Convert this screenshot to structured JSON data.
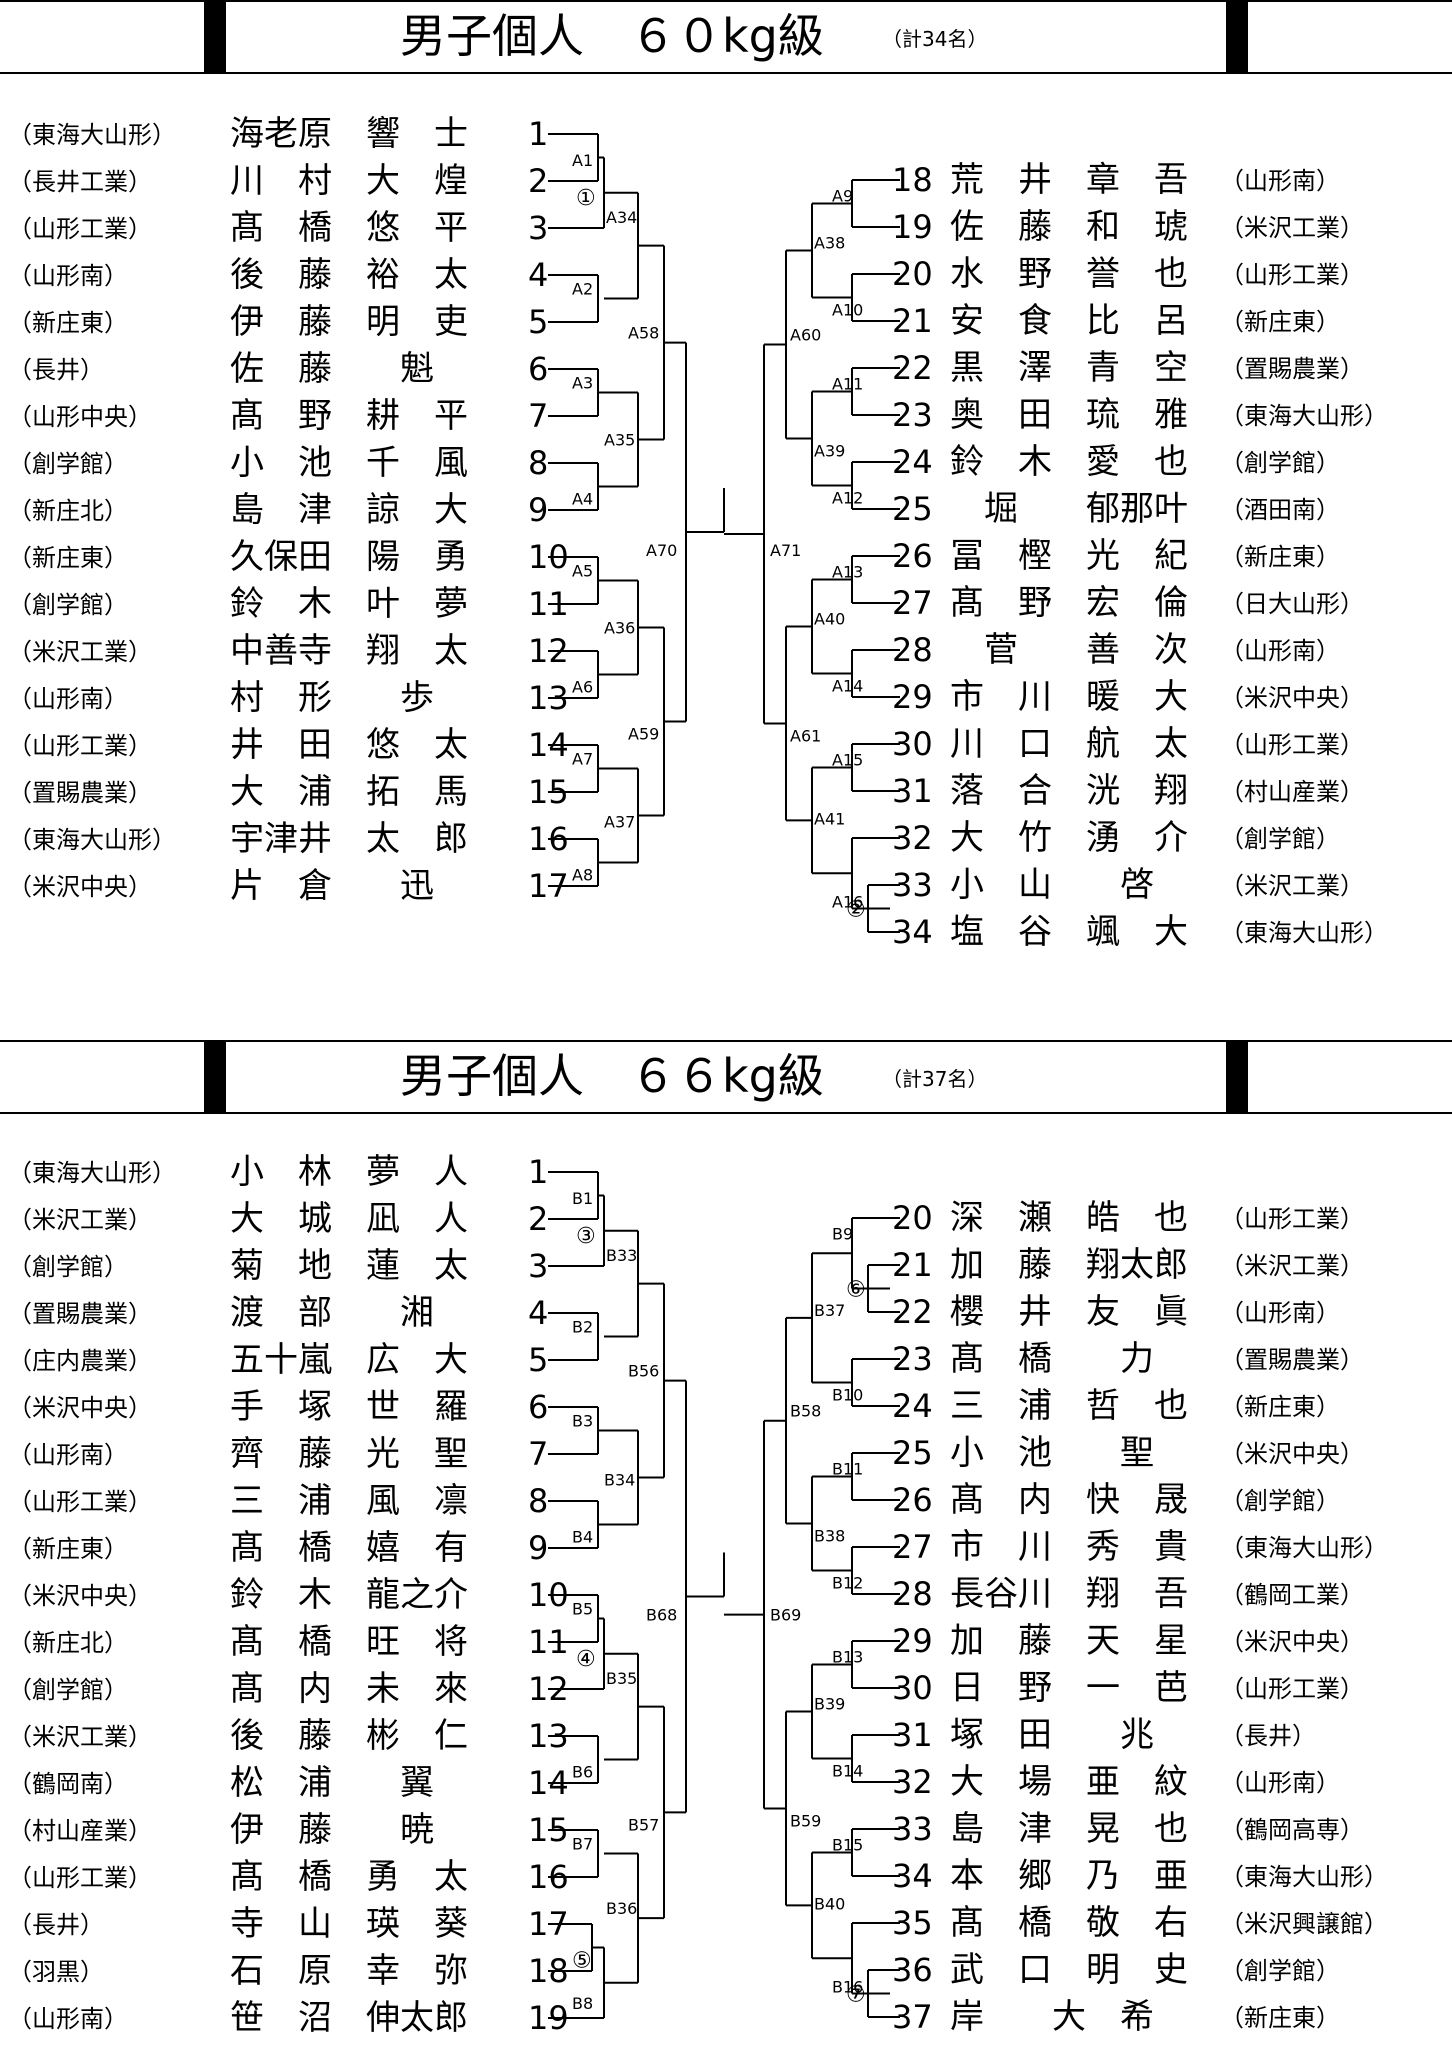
{
  "sections": [
    {
      "title": "男子個人　６０kg級",
      "count": "（計34名）",
      "left": [
        {
          "school": "（東海大山形）",
          "name": "海老原　響　士",
          "num": "1"
        },
        {
          "school": "（長井工業）",
          "name": "川　村　大　煌",
          "num": "2"
        },
        {
          "school": "（山形工業）",
          "name": "髙　橋　悠　平",
          "num": "3"
        },
        {
          "school": "（山形南）",
          "name": "後　藤　裕　太",
          "num": "4"
        },
        {
          "school": "（新庄東）",
          "name": "伊　藤　明　吏",
          "num": "5"
        },
        {
          "school": "（長井）",
          "name": "佐　藤　　魁",
          "num": "6"
        },
        {
          "school": "（山形中央）",
          "name": "髙　野　耕　平",
          "num": "7"
        },
        {
          "school": "（創学館）",
          "name": "小　池　千　風",
          "num": "8"
        },
        {
          "school": "（新庄北）",
          "name": "島　津　諒　大",
          "num": "9"
        },
        {
          "school": "（新庄東）",
          "name": "久保田　陽　勇",
          "num": "10"
        },
        {
          "school": "（創学館）",
          "name": "鈴　木　叶　夢",
          "num": "11"
        },
        {
          "school": "（米沢工業）",
          "name": "中善寺　翔　太",
          "num": "12"
        },
        {
          "school": "（山形南）",
          "name": "村　形　　歩",
          "num": "13"
        },
        {
          "school": "（山形工業）",
          "name": "井　田　悠　太",
          "num": "14"
        },
        {
          "school": "（置賜農業）",
          "name": "大　浦　拓　馬",
          "num": "15"
        },
        {
          "school": "（東海大山形）",
          "name": "宇津井　太　郎",
          "num": "16"
        },
        {
          "school": "（米沢中央）",
          "name": "片　倉　　迅",
          "num": "17"
        }
      ],
      "right": [
        {
          "num": "18",
          "name": "荒　井　章　吾",
          "school": "（山形南）"
        },
        {
          "num": "19",
          "name": "佐　藤　和　琥",
          "school": "（米沢工業）"
        },
        {
          "num": "20",
          "name": "水　野　誉　也",
          "school": "（山形工業）"
        },
        {
          "num": "21",
          "name": "安　食　比　呂",
          "school": "（新庄東）"
        },
        {
          "num": "22",
          "name": "黒　澤　青　空",
          "school": "（置賜農業）"
        },
        {
          "num": "23",
          "name": "奥　田　琉　雅",
          "school": "（東海大山形）"
        },
        {
          "num": "24",
          "name": "鈴　木　愛　也",
          "school": "（創学館）"
        },
        {
          "num": "25",
          "name": "　堀　　郁那叶",
          "school": "（酒田南）"
        },
        {
          "num": "26",
          "name": "冨　樫　光　紀",
          "school": "（新庄東）"
        },
        {
          "num": "27",
          "name": "髙　野　宏　倫",
          "school": "（日大山形）"
        },
        {
          "num": "28",
          "name": "　菅　　善　次",
          "school": "（山形南）"
        },
        {
          "num": "29",
          "name": "市　川　暖　大",
          "school": "（米沢中央）"
        },
        {
          "num": "30",
          "name": "川　口　航　太",
          "school": "（山形工業）"
        },
        {
          "num": "31",
          "name": "落　合　洸　翔",
          "school": "（村山産業）"
        },
        {
          "num": "32",
          "name": "大　竹　湧　介",
          "school": "（創学館）"
        },
        {
          "num": "33",
          "name": "小　山　　啓",
          "school": "（米沢工業）"
        },
        {
          "num": "34",
          "name": "塩　谷　颯　大",
          "school": "（東海大山形）"
        }
      ],
      "labels": {
        "l1": [
          "A1",
          "A2",
          "A3",
          "A4",
          "A5",
          "A6",
          "A7",
          "A8"
        ],
        "l2": [
          "A34",
          "A35",
          "A36",
          "A37"
        ],
        "l3": [
          "A58",
          "A59"
        ],
        "final_left": "A70",
        "final_right": "A71",
        "r3": [
          "A60",
          "A61"
        ],
        "r2": [
          "A38",
          "A39",
          "A40",
          "A41"
        ],
        "r1": [
          "A9",
          "A10",
          "A11",
          "A12",
          "A13",
          "A14",
          "A15",
          "A16"
        ],
        "circle_left": "①",
        "circle_right": "②"
      }
    },
    {
      "title": "男子個人　６６kg級",
      "count": "（計37名）",
      "left": [
        {
          "school": "（東海大山形）",
          "name": "小　林　夢　人",
          "num": "1"
        },
        {
          "school": "（米沢工業）",
          "name": "大　城　凪　人",
          "num": "2"
        },
        {
          "school": "（創学館）",
          "name": "菊　地　蓮　太",
          "num": "3"
        },
        {
          "school": "（置賜農業）",
          "name": "渡　部　　湘",
          "num": "4"
        },
        {
          "school": "（庄内農業）",
          "name": "五十嵐　広　大",
          "num": "5"
        },
        {
          "school": "（米沢中央）",
          "name": "手　塚　世　羅",
          "num": "6"
        },
        {
          "school": "（山形南）",
          "name": "齊　藤　光　聖",
          "num": "7"
        },
        {
          "school": "（山形工業）",
          "name": "三　浦　風　凛",
          "num": "8"
        },
        {
          "school": "（新庄東）",
          "name": "髙　橋　嬉　有",
          "num": "9"
        },
        {
          "school": "（米沢中央）",
          "name": "鈴　木　龍之介",
          "num": "10"
        },
        {
          "school": "（新庄北）",
          "name": "髙　橋　旺　将",
          "num": "11"
        },
        {
          "school": "（創学館）",
          "name": "髙　内　未　來",
          "num": "12"
        },
        {
          "school": "（米沢工業）",
          "name": "後　藤　彬　仁",
          "num": "13"
        },
        {
          "school": "（鶴岡南）",
          "name": "松　浦　　翼",
          "num": "14"
        },
        {
          "school": "（村山産業）",
          "name": "伊　藤　　暁",
          "num": "15"
        },
        {
          "school": "（山形工業）",
          "name": "髙　橋　勇　太",
          "num": "16"
        },
        {
          "school": "（長井）",
          "name": "寺　山　瑛　葵",
          "num": "17"
        },
        {
          "school": "（羽黒）",
          "name": "石　原　幸　弥",
          "num": "18"
        },
        {
          "school": "（山形南）",
          "name": "笹　沼　伸太郎",
          "num": "19"
        }
      ],
      "right": [
        {
          "num": "20",
          "name": "深　瀬　皓　也",
          "school": "（山形工業）"
        },
        {
          "num": "21",
          "name": "加　藤　翔太郎",
          "school": "（米沢工業）"
        },
        {
          "num": "22",
          "name": "櫻　井　友　眞",
          "school": "（山形南）"
        },
        {
          "num": "23",
          "name": "髙　橋　　力",
          "school": "（置賜農業）"
        },
        {
          "num": "24",
          "name": "三　浦　哲　也",
          "school": "（新庄東）"
        },
        {
          "num": "25",
          "name": "小　池　　聖",
          "school": "（米沢中央）"
        },
        {
          "num": "26",
          "name": "髙　内　快　晟",
          "school": "（創学館）"
        },
        {
          "num": "27",
          "name": "市　川　秀　貴",
          "school": "（東海大山形）"
        },
        {
          "num": "28",
          "name": "長谷川　翔　吾",
          "school": "（鶴岡工業）"
        },
        {
          "num": "29",
          "name": "加　藤　天　星",
          "school": "（米沢中央）"
        },
        {
          "num": "30",
          "name": "日　野　一　芭",
          "school": "（山形工業）"
        },
        {
          "num": "31",
          "name": "塚　田　　兆",
          "school": "（長井）"
        },
        {
          "num": "32",
          "name": "大　場　亜　紋",
          "school": "（山形南）"
        },
        {
          "num": "33",
          "name": "島　津　晃　也",
          "school": "（鶴岡高専）"
        },
        {
          "num": "34",
          "name": "本　郷　乃　亜",
          "school": "（東海大山形）"
        },
        {
          "num": "35",
          "name": "髙　橋　敬　右",
          "school": "（米沢興譲館）"
        },
        {
          "num": "36",
          "name": "武　口　明　史",
          "school": "（創学館）"
        },
        {
          "num": "37",
          "name": "岸　　大　希",
          "school": "（新庄東）"
        }
      ],
      "labels": {
        "l1": [
          "B1",
          "B2",
          "B3",
          "B4",
          "B5",
          "B6",
          "B7",
          "B8"
        ],
        "l2": [
          "B33",
          "B34",
          "B35",
          "B36"
        ],
        "l3": [
          "B56",
          "B57"
        ],
        "final_left": "B68",
        "final_right": "B69",
        "r3": [
          "B58",
          "B59"
        ],
        "r2": [
          "B37",
          "B38",
          "B39",
          "B40"
        ],
        "r1": [
          "B9",
          "B10",
          "B11",
          "B12",
          "B13",
          "B14",
          "B15",
          "B16"
        ],
        "circles": [
          "③",
          "④",
          "⑤",
          "⑥",
          "⑦"
        ]
      }
    }
  ]
}
